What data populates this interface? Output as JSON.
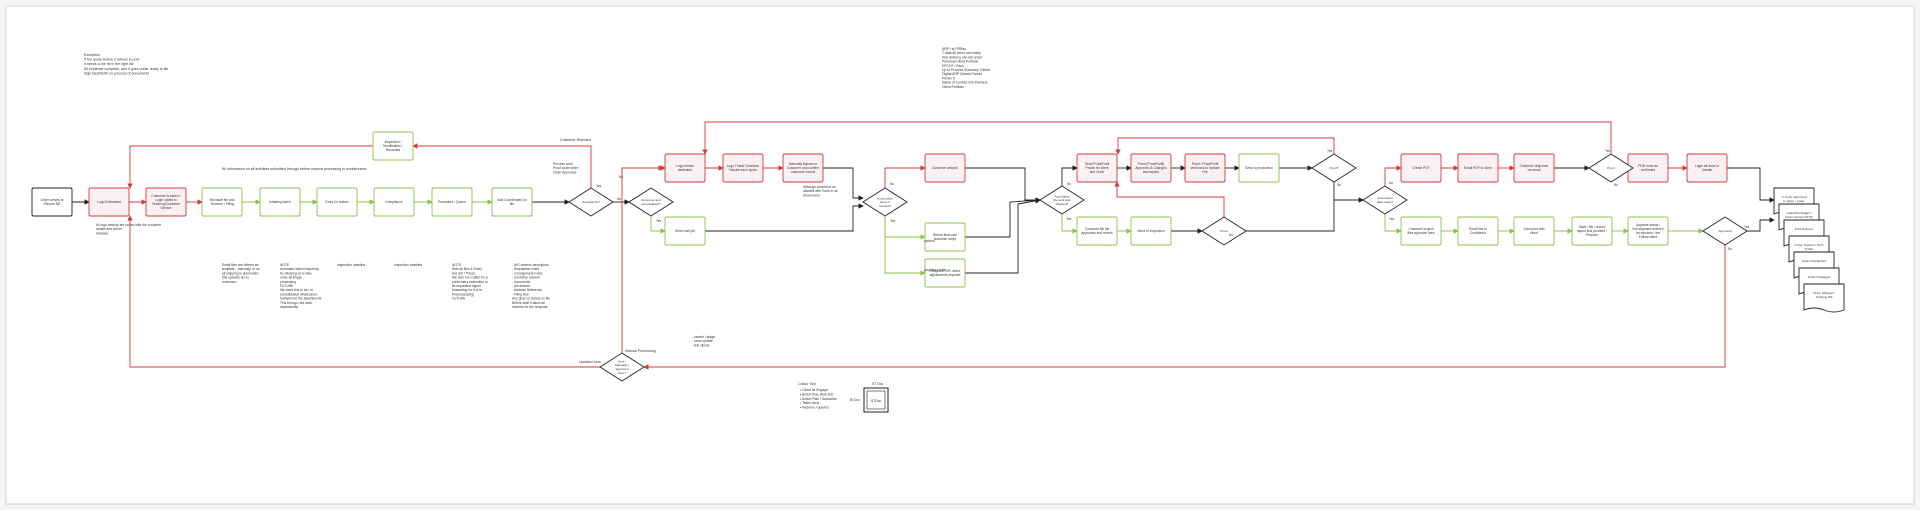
{
  "colors": {
    "red": "#d23b3b",
    "green": "#8bc34a",
    "black": "#222222",
    "node_fill_red": "#fdf0f3",
    "node_fill": "#ffffff"
  },
  "notes": {
    "top_left": [
      "Exception",
      "If the quote before it arrives in post",
      "it needs to be hit in the right list",
      "All evidence complete, and it goes under ready to file",
      "Sign back/forth on process of documents"
    ],
    "top_center": [
      "ARP / ty PRRsu",
      "T data all items and ready",
      "Non-delivery can fail under",
      "Personal Client Portfolio",
      "",
      "EPCHT / Pack",
      "Up to Process Summary Clients",
      "Digital ARP Details Packet",
      "Printer 5",
      "",
      "Name of Contact into Partners",
      "Client Portfolio"
    ],
    "flow_note": "All information on all activities submitted through before manual processing in workstreams",
    "rejected": "Customer Rejected",
    "updated": "Updated form",
    "no_approval": "Manual Processing",
    "follow_up": [
      "- cancel / stage",
      "- send update",
      "- link clients"
    ]
  },
  "legend": {
    "title": "Colour Key",
    "items": [
      "Client hit Engage",
      "Action flow, Risk test",
      "Action Plan / Subscribe",
      "Tasks done",
      "Reserve / queries"
    ],
    "box_label": "ST Doc",
    "box_side": "Bl Doc",
    "box_inner": "STDoc"
  },
  "nodes": [
    {
      "id": "n1",
      "label": "Order arrives at /Secure NE",
      "color": "black"
    },
    {
      "id": "n2",
      "label": "Logo Enthusiast",
      "color": "red"
    },
    {
      "id": "n3",
      "label": "Customer is saved / Login added to Ordering/Customer Service",
      "color": "red"
    },
    {
      "id": "n4",
      "label": "Microsoft file and Tenderer / Filing",
      "color": "green"
    },
    {
      "id": "n5",
      "label": "Initiating batch",
      "color": "green"
    },
    {
      "id": "n6",
      "label": "Entry for review",
      "color": "green"
    },
    {
      "id": "n7",
      "label": "Compliance",
      "color": "green"
    },
    {
      "id": "n8",
      "label": "Procedure / Queue",
      "color": "green"
    },
    {
      "id": "n9",
      "label": "Add Coordinates on file",
      "color": "green"
    },
    {
      "id": "n10",
      "label": "Inspection / Modification / Recorded",
      "color": "green"
    },
    {
      "id": "n11",
      "label": "Logo review dedicated",
      "color": "red"
    },
    {
      "id": "n12",
      "label": "Logo Thank Customer Handle each quote",
      "color": "red"
    },
    {
      "id": "n13",
      "label": "Manually imports in Customer and confirm customer format",
      "color": "red"
    },
    {
      "id": "n14",
      "label": "Send mail job",
      "color": "green"
    },
    {
      "id": "n15",
      "label": "Customer artwork",
      "color": "red"
    },
    {
      "id": "n16",
      "label": "Return final card customer script",
      "color": "green"
    },
    {
      "id": "n17",
      "label": "Graphics -OR- artist adjustments required",
      "color": "green"
    },
    {
      "id": "n18",
      "label": "Send Proof/Fulfil Proofs for client and Order",
      "color": "red"
    },
    {
      "id": "n19",
      "label": "Proof (Proof/Fulfil) Approved & Changes and lapses",
      "color": "red"
    },
    {
      "id": "n20",
      "label": "Proof / Proof/Fulfil sent back to Update File",
      "color": "red"
    },
    {
      "id": "n21",
      "label": "Send to production",
      "color": "green"
    },
    {
      "id": "n22",
      "label": "Customer file file approvals and review",
      "color": "green"
    },
    {
      "id": "n23",
      "label": "Send to Inspection",
      "color": "green"
    },
    {
      "id": "n24",
      "label": "Create PDF",
      "color": "red"
    },
    {
      "id": "n25",
      "label": "Email PDF to client",
      "color": "red"
    },
    {
      "id": "n26",
      "label": "Customer response via email",
      "color": "red"
    },
    {
      "id": "n27",
      "label": "PDB route as confirmed",
      "color": "red"
    },
    {
      "id": "n28",
      "label": "Login all done to Jobsite",
      "color": "red"
    },
    {
      "id": "n29",
      "label": "Customer project files approval here",
      "color": "green"
    },
    {
      "id": "n30",
      "label": "Email link to Contributor",
      "color": "green"
    },
    {
      "id": "n31",
      "label": "Jobs plan with client",
      "color": "green"
    },
    {
      "id": "n32",
      "label": "Save / file / record layout and proceed / Prepare",
      "color": "green"
    },
    {
      "id": "n33",
      "label": "Upgrade status / into segment ordered for services / fee Follow client",
      "color": "green"
    }
  ],
  "decisions": [
    {
      "id": "d1",
      "label": "Acceptance?"
    },
    {
      "id": "d2",
      "label": "Customer and consolidation?"
    },
    {
      "id": "d3",
      "label": "Automation Does it needed?"
    },
    {
      "id": "d4",
      "label": "Automated file sent and shipped?"
    },
    {
      "id": "d5",
      "label": "Proof"
    },
    {
      "id": "d6",
      "label": "Proof?"
    },
    {
      "id": "d7",
      "label": "Automated data ready?"
    },
    {
      "id": "d8",
      "label": "Proof"
    },
    {
      "id": "d9",
      "label": "Approved"
    },
    {
      "id": "d10",
      "label": "Sent / Manually / approved here?"
    }
  ],
  "outputs": [
    "In stock: approved in place / ready",
    "Labels/Packaged / Order printed (NHS)",
    "Print Delivery",
    "Order: Packed / NCT Profile",
    "Order Dispatched",
    "Order Packaged",
    "Order Shipped / Tracking NR"
  ],
  "annotations": {
    "a1": [
      "All logo artwork are routed with the customer",
      "details and will be",
      "invoiced"
    ],
    "a2": [
      "Email files are offered as",
      "template - manually, or an",
      "all shipping is automated",
      "(file uploads are to",
      "customer)"
    ],
    "a3": [
      "NOTE",
      "Automatic batch frequency",
      "for allowing us to take",
      "order all image",
      "processing",
      "",
      "FUTURE",
      "We need this to be / or",
      "consolidation whatsoever,",
      "furthermore the attachments",
      "",
      "This bit logo, but work",
      "dependently."
    ],
    "a4": "Inspection baseline",
    "a5": "Inspection baseline",
    "a6": [
      "NOTE",
      "Sets all files & Every",
      "",
      "Set Job / Prices",
      "We also run Coffee for a",
      "preliminary evaluation to",
      "its requested higher",
      "forwarding for it or to",
      "Preprocessing)",
      "",
      "FUTURE"
    ],
    "a7": [
      "- All Common descriptors",
      "- Requisition sheet",
      "- Consignment notes",
      "- Customer artwork",
      "- documents",
      "- job artwork",
      "- Address Reference",
      "- Filing flow",
      "",
      "Any given or defect on file",
      "Before draft it takes an",
      "informal for the template"
    ],
    "a8": [
      "Process once",
      "Proof scale when",
      "Order Approved"
    ],
    "a9": [
      "Although should be an",
      "allowed with Tools or as",
      "shown here"
    ],
    "a10": "graphics / edits",
    "a11": "options"
  },
  "labels": {
    "yes": "Yes",
    "no": "No"
  }
}
